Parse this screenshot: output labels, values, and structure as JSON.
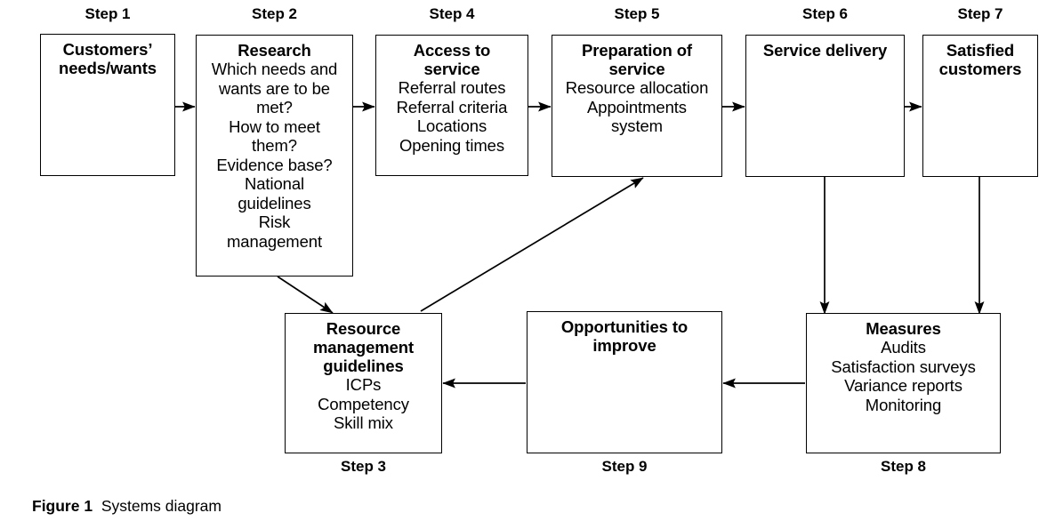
{
  "figure": {
    "caption_label": "Figure 1",
    "caption_text": "Systems diagram"
  },
  "nodes": [
    {
      "id": "step1",
      "step_label": "Step 1",
      "title": "Customers’\nneeds/wants",
      "title_lines": [
        "Customers’",
        "needs/wants"
      ],
      "lines": []
    },
    {
      "id": "step2",
      "step_label": "Step 2",
      "title": "Research",
      "title_lines": [
        "Research"
      ],
      "lines": [
        "Which needs and",
        "wants are to be",
        "met?",
        "How to meet",
        "them?",
        "Evidence base?",
        "National",
        "guidelines",
        "Risk",
        "management"
      ]
    },
    {
      "id": "step4",
      "step_label": "Step 4",
      "title": "Access to service",
      "title_lines": [
        "Access to",
        "service"
      ],
      "lines": [
        "Referral routes",
        "Referral criteria",
        "Locations",
        "Opening times"
      ]
    },
    {
      "id": "step5",
      "step_label": "Step 5",
      "title": "Preparation of service",
      "title_lines": [
        "Preparation of",
        "service"
      ],
      "lines": [
        "Resource allocation",
        "Appointments",
        "system"
      ]
    },
    {
      "id": "step6",
      "step_label": "Step 6",
      "title": "Service delivery",
      "title_lines": [
        "Service delivery"
      ],
      "lines": []
    },
    {
      "id": "step7",
      "step_label": "Step 7",
      "title": "Satisfied customers",
      "title_lines": [
        "Satisfied",
        "customers"
      ],
      "lines": []
    },
    {
      "id": "step3",
      "step_label": "Step 3",
      "title": "Resource management guidelines",
      "title_lines": [
        "Resource",
        "management",
        "guidelines"
      ],
      "lines": [
        "ICPs",
        "Competency",
        "Skill mix"
      ]
    },
    {
      "id": "step9",
      "step_label": "Step 9",
      "title": "Opportunities to improve",
      "title_lines": [
        "Opportunities to",
        "improve"
      ],
      "lines": []
    },
    {
      "id": "step8",
      "step_label": "Step 8",
      "title": "Measures",
      "title_lines": [
        "Measures"
      ],
      "lines": [
        "Audits",
        "Satisfaction surveys",
        "Variance reports",
        "Monitoring"
      ]
    }
  ],
  "flow": {
    "edges": [
      {
        "from": "step1",
        "to": "step2",
        "kind": "horizontal-right"
      },
      {
        "from": "step2",
        "to": "step4",
        "kind": "horizontal-right"
      },
      {
        "from": "step4",
        "to": "step5",
        "kind": "horizontal-right"
      },
      {
        "from": "step5",
        "to": "step6",
        "kind": "horizontal-right"
      },
      {
        "from": "step6",
        "to": "step7",
        "kind": "horizontal-right"
      },
      {
        "from": "step2",
        "to": "step3",
        "kind": "diagonal-down-right"
      },
      {
        "from": "step3",
        "to": "step5",
        "kind": "diagonal-up-right"
      },
      {
        "from": "step6",
        "to": "step8",
        "kind": "vertical-down"
      },
      {
        "from": "step7",
        "to": "step8",
        "kind": "vertical-down"
      },
      {
        "from": "step8",
        "to": "step9",
        "kind": "horizontal-left"
      },
      {
        "from": "step9",
        "to": "step3",
        "kind": "horizontal-left"
      }
    ]
  },
  "colors": {
    "stroke": "#000000",
    "background": "#ffffff",
    "text": "#000000"
  }
}
